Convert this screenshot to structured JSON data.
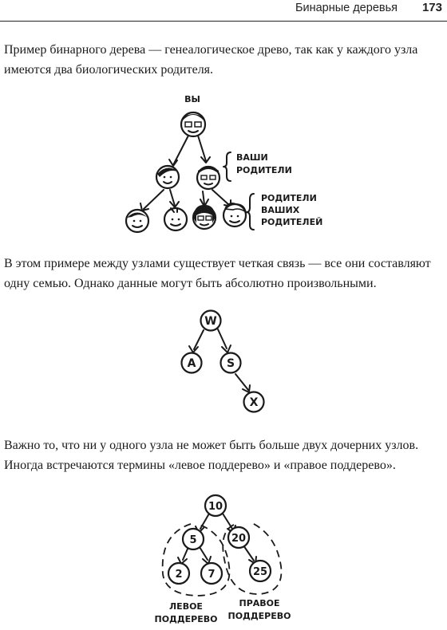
{
  "header": {
    "running_title": "Бинарные деревья",
    "page_number": "173"
  },
  "paragraphs": {
    "p1": "Пример бинарного дерева — генеалогическое древо, так как у каждого узла имеются два биологических родителя.",
    "p2": "В этом примере между узлами существует четкая связь — все они составляют одну семью. Однако данные могут быть абсолютно произвольными.",
    "p3": "Важно то, что ни у одного узла не может быть больше двух дочерних узлов. Иногда встречаются термины «левое поддерево» и «правое поддерево»."
  },
  "figure_family": {
    "label_you": "ВЫ",
    "label_parents_1": "ВАШИ",
    "label_parents_2": "РОДИТЕЛИ",
    "label_grandparents_1": "РОДИТЕЛИ",
    "label_grandparents_2": "ВАШИХ",
    "label_grandparents_3": "РОДИТЕЛЕЙ"
  },
  "figure_letters": {
    "root": "W",
    "left": "A",
    "right": "S",
    "right_child": "X"
  },
  "figure_numbers": {
    "root": "10",
    "left": "5",
    "right": "20",
    "left_left": "2",
    "left_right": "7",
    "right_right": "25",
    "left_subtree_1": "ЛЕВОЕ",
    "left_subtree_2": "ПОДДЕРЕВО",
    "right_subtree_1": "ПРАВОЕ",
    "right_subtree_2": "ПОДДЕРЕВО"
  }
}
